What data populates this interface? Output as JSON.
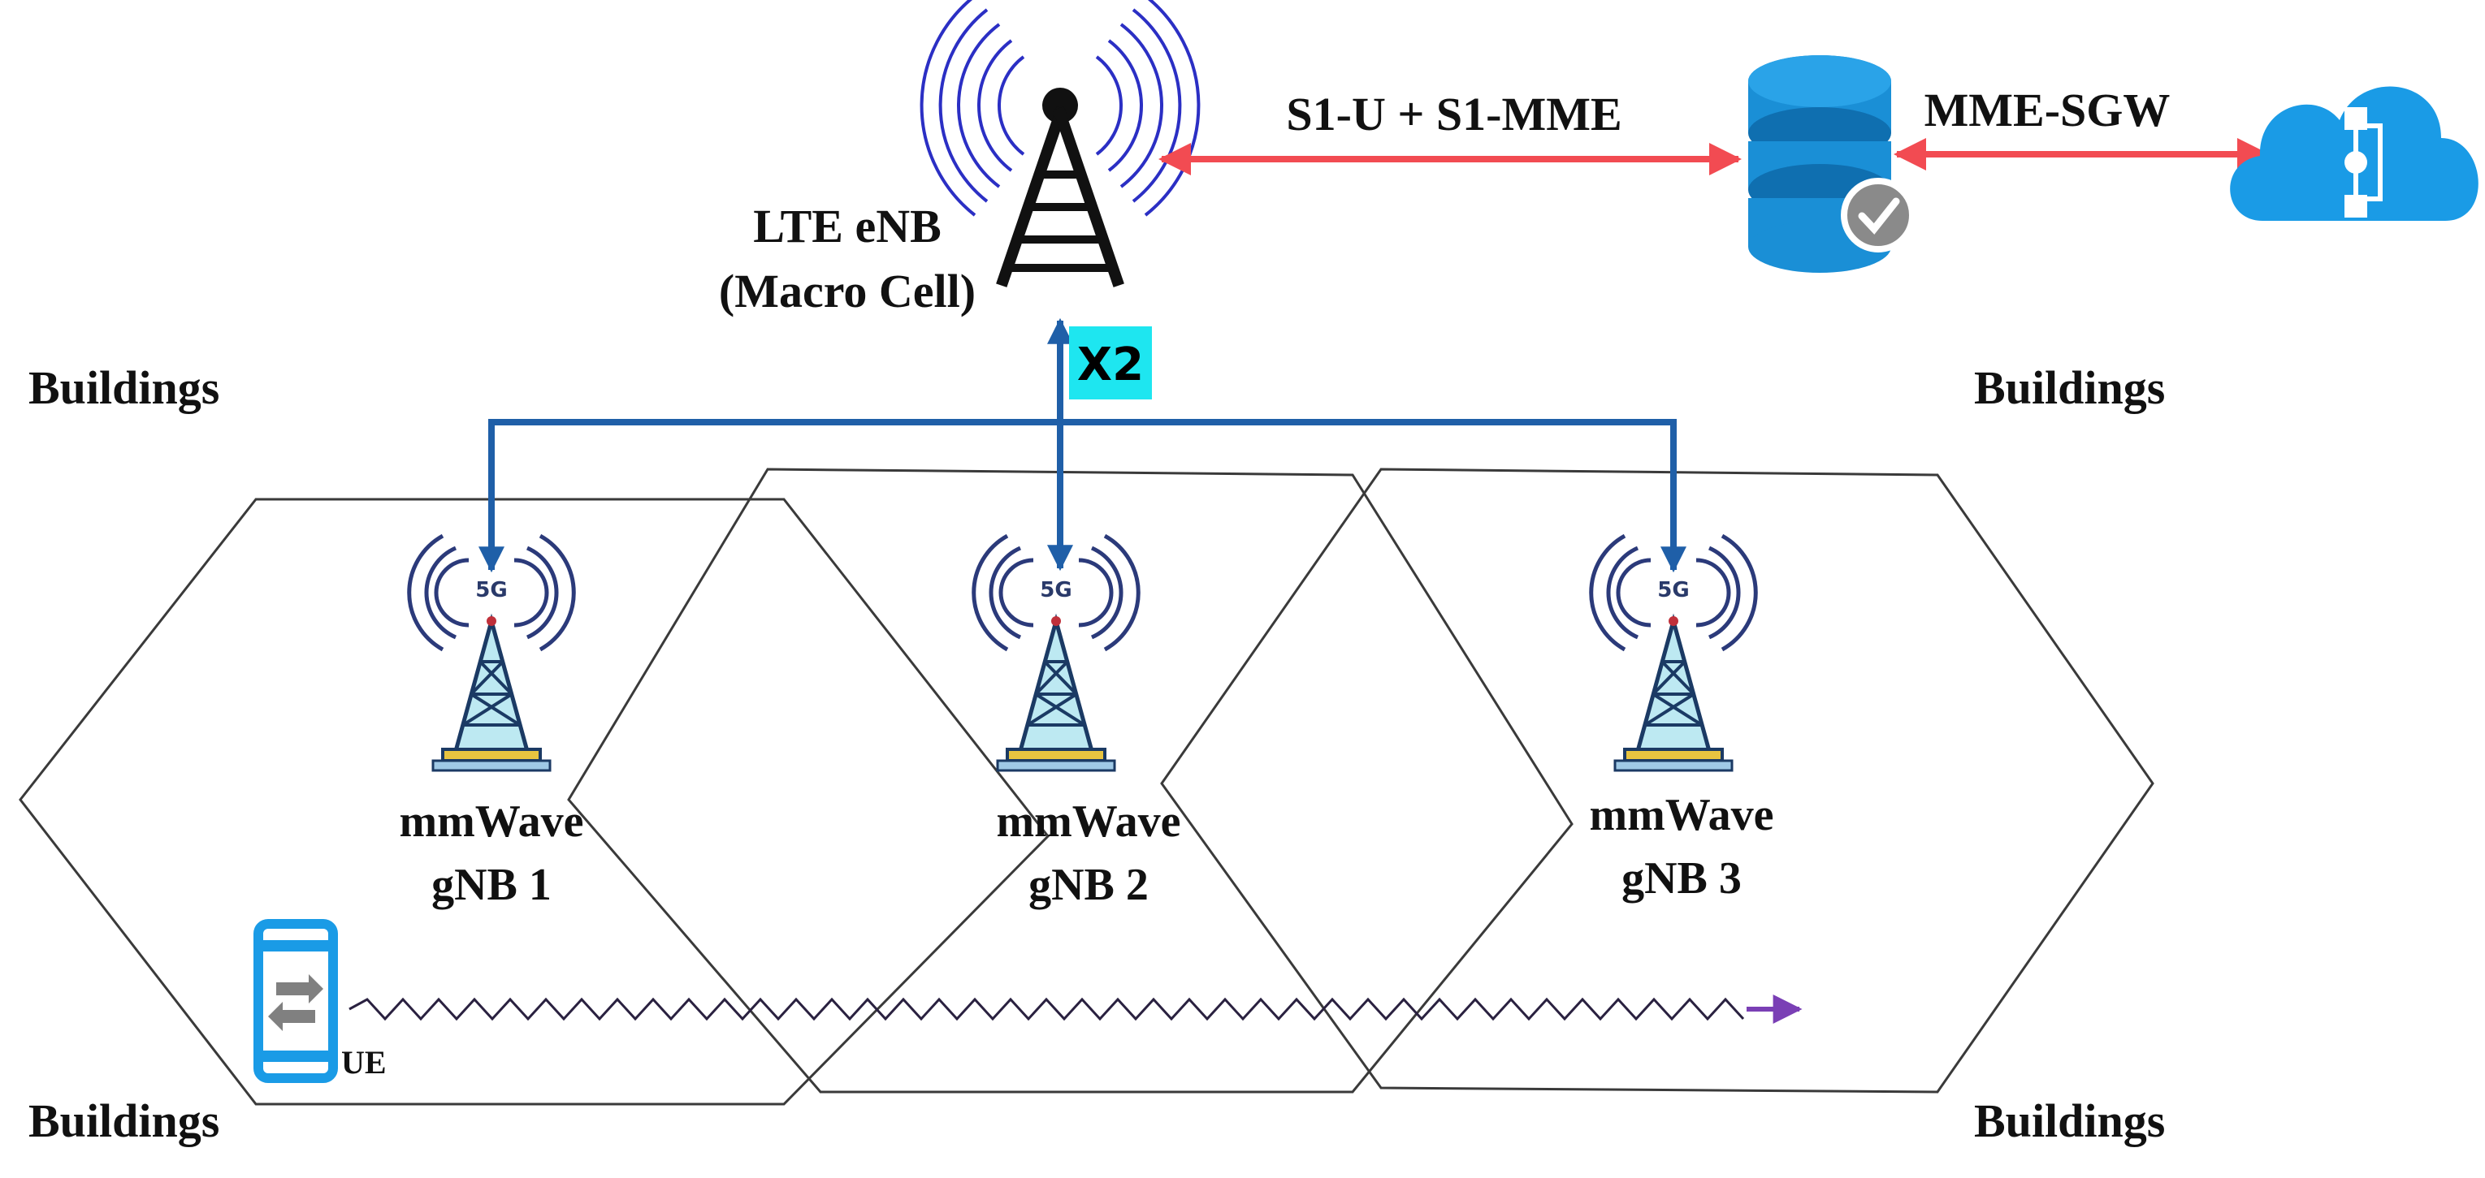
{
  "labels": {
    "lte_enb_line1": "LTE eNB",
    "lte_enb_line2": "(Macro Cell)",
    "s1_link": "S1-U + S1-MME",
    "mme_sgw_link": "MME-SGW",
    "x2_link": "X2",
    "buildings_top_left": "Buildings",
    "buildings_top_right": "Buildings",
    "buildings_bottom_left": "Buildings",
    "buildings_bottom_right": "Buildings",
    "ue": "UE"
  },
  "gnbs": [
    {
      "line1": "mmWave",
      "line2": "gNB 1",
      "icon_text": "5G"
    },
    {
      "line1": "mmWave",
      "line2": "gNB 2",
      "icon_text": "5G"
    },
    {
      "line1": "mmWave",
      "line2": "gNB 3",
      "icon_text": "5G"
    }
  ],
  "icons": {
    "lte_tower": "lte-macro-tower-icon",
    "core": "database-check-icon",
    "cloud": "cloud-network-icon",
    "gnb": "5g-tower-icon",
    "ue": "mobile-phone-icon"
  },
  "colors": {
    "s1_arrow": "#f24b52",
    "x2_arrow": "#1f5fa8",
    "x2_badge": "#1ee6f0",
    "signal_waves": "#2b2fc4",
    "database": "#1a8fd6",
    "cloud": "#1a9be6",
    "ue_path": "#7a3fb5"
  }
}
